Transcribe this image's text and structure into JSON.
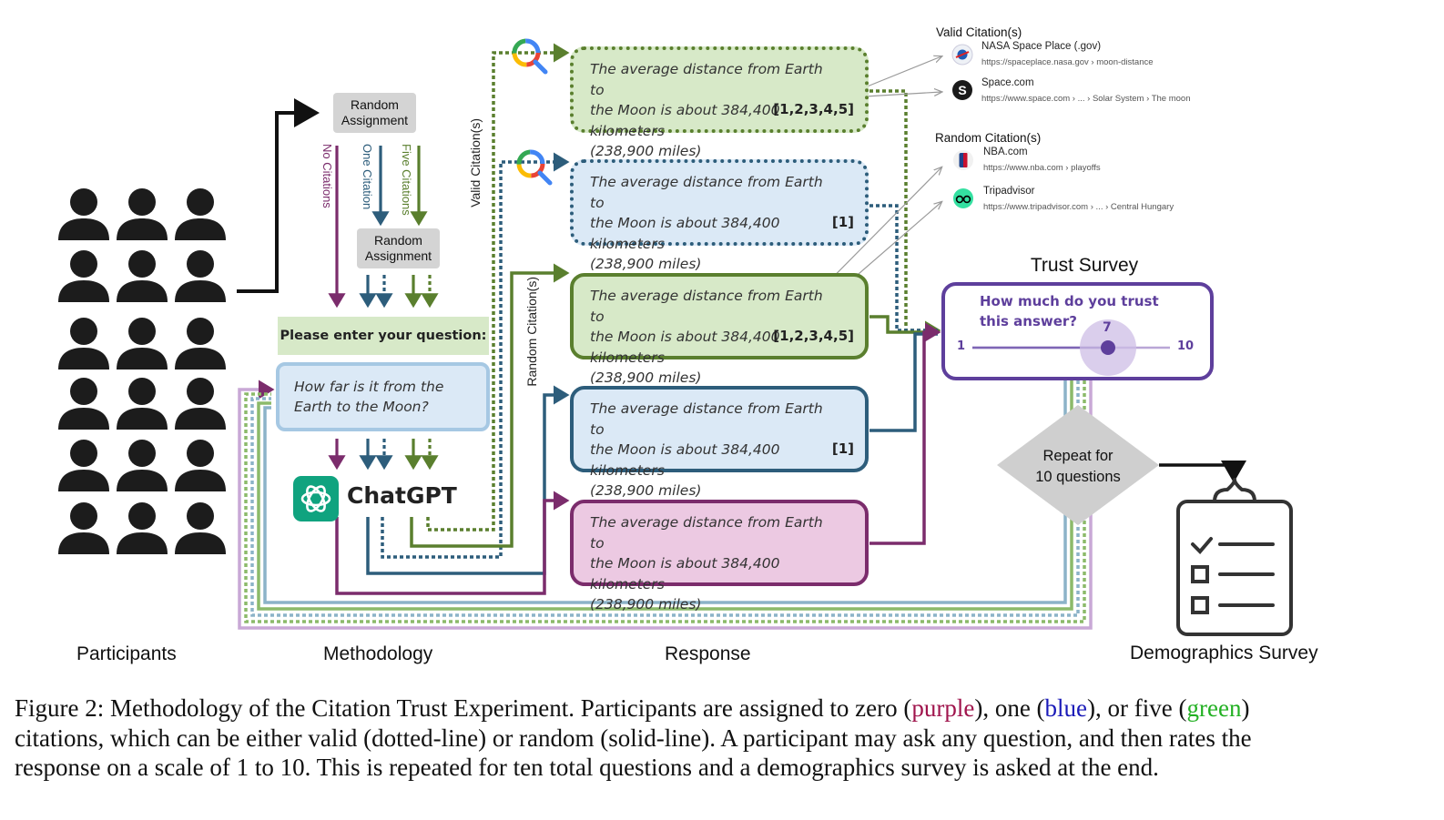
{
  "columns": {
    "participants": "Participants",
    "methodology": "Methodology",
    "response": "Response",
    "demographics": "Demographics Survey"
  },
  "methodology": {
    "random_assignment_1": [
      "Random",
      "Assignment"
    ],
    "random_assignment_2": [
      "Random",
      "Assignment"
    ],
    "no_citations": "No Citations",
    "one_citation": "One Citation",
    "five_citations": "Five Citations",
    "prompt_label": "Please enter your question:",
    "question_lines": [
      "How far is it from the",
      "Earth to the Moon?"
    ],
    "chatgpt": "ChatGPT"
  },
  "branch_labels": {
    "valid": "Valid Citation(s)",
    "random": "Random Citation(s)"
  },
  "responses": [
    {
      "lines": [
        "The average distance from Earth to",
        "the Moon is about 384,400 kilometers",
        "(238,900 miles)"
      ],
      "citations": "[1,2,3,4,5]"
    },
    {
      "lines": [
        "The average distance from Earth to",
        "the Moon is about 384,400 kilometers",
        "(238,900 miles)"
      ],
      "citations": "[1]"
    },
    {
      "lines": [
        "The average distance from Earth to",
        "the Moon is about 384,400 kilometers",
        "(238,900 miles)"
      ],
      "citations": "[1,2,3,4,5]"
    },
    {
      "lines": [
        "The average distance from Earth to",
        "the Moon is about 384,400 kilometers",
        "(238,900 miles)"
      ],
      "citations": "[1]"
    },
    {
      "lines": [
        "The average distance from Earth to",
        "the Moon is about 384,400 kilometers",
        "(238,900 miles)"
      ],
      "citations": ""
    }
  ],
  "valid_citations": {
    "heading": "Valid Citation(s)",
    "items": [
      {
        "title": "NASA Space Place (.gov)",
        "url": "https://spaceplace.nasa.gov › moon-distance",
        "icon": "nasa-icon"
      },
      {
        "title": "Space.com",
        "url": "https://www.space.com › ... › Solar System › The moon",
        "icon": "space-com-icon"
      }
    ]
  },
  "random_citations": {
    "heading": "Random Citation(s)",
    "items": [
      {
        "title": "NBA.com",
        "url": "https://www.nba.com › playoffs",
        "icon": "nba-icon"
      },
      {
        "title": "Tripadvisor",
        "url": "https://www.tripadvisor.com › ... › Central Hungary",
        "icon": "tripadvisor-icon"
      }
    ]
  },
  "trust_survey": {
    "title": "Trust Survey",
    "question_lines": [
      "How much do you trust",
      "this answer?"
    ],
    "min": "1",
    "max": "10",
    "value": "7"
  },
  "repeat": [
    "Repeat for",
    "10 questions"
  ],
  "caption": {
    "line1": [
      {
        "text": "Figure 2: Methodology of the Citation Trust Experiment. Participants are assigned to zero (",
        "color": ""
      },
      {
        "text": "purple",
        "color": "#a0154d"
      },
      {
        "text": "), one (",
        "color": ""
      },
      {
        "text": "blue",
        "color": "#1a1ab8"
      },
      {
        "text": "), or five (",
        "color": ""
      },
      {
        "text": "green",
        "color": "#22b022"
      },
      {
        "text": ")",
        "color": ""
      }
    ],
    "line2": "citations, which can be either valid (dotted-line) or random (solid-line). A participant may ask any question, and then rates the",
    "line3": "response on a scale of 1 to 10. This is repeated for ten total questions and a demographics survey is asked at the end."
  },
  "colors": {
    "purple": "#7b2c6c",
    "blue": "#2d5d7b",
    "green": "#5a7f2e",
    "survey_border": "#5e3f9c",
    "survey_text": "#5e3f9c"
  }
}
